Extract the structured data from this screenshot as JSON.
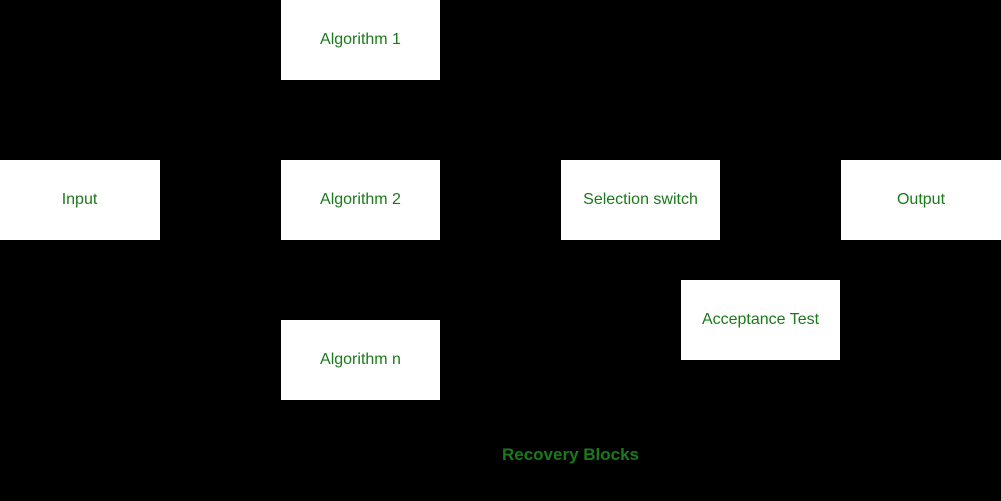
{
  "diagram": {
    "title": "Recovery Blocks",
    "background_color": "#000000",
    "node_fill_color": "#ffffff",
    "text_color": "#1a7a1a",
    "nodes": [
      {
        "id": "input",
        "label": "Input"
      },
      {
        "id": "algorithm-1",
        "label": "Algorithm 1"
      },
      {
        "id": "algorithm-2",
        "label": "Algorithm 2"
      },
      {
        "id": "algorithm-n",
        "label": "Algorithm n"
      },
      {
        "id": "selection-switch",
        "label": "Selection switch"
      },
      {
        "id": "acceptance-test",
        "label": "Acceptance Test"
      },
      {
        "id": "output",
        "label": "Output"
      }
    ],
    "caption": "Recovery Blocks"
  }
}
